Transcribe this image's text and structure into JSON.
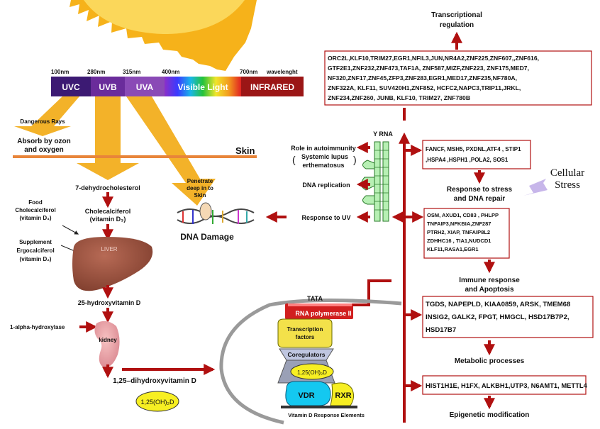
{
  "spectrum": {
    "wavelengths": [
      "100nm",
      "280nm",
      "315nm",
      "400nm",
      "700nm",
      "wavelenght"
    ],
    "bands": [
      "UVC",
      "UVB",
      "UVA",
      "Visible Light",
      "INFRARED"
    ],
    "band_colors": [
      "#3c1a73",
      "#6a2c9b",
      "#8a4ab6",
      "rainbow",
      "#9b1616"
    ]
  },
  "skin": {
    "label": "Skin",
    "dangerous_rays": "Dangerous Rays",
    "absorb_line1": "Absorb by ozon",
    "absorb_line2": "and oxygen",
    "penetrate_line1": "Penetrate",
    "penetrate_line2": "deep in to",
    "penetrate_line3": "Skin"
  },
  "pathway": {
    "dehydro": "7-dehydrocholesterol",
    "food_line1": "Food",
    "food_line2": "Cholecalciferol",
    "food_line3": "(vitamin D₃)",
    "chole_line1": "Cholecalciferol",
    "chole_line2": "(vitamin D₃)",
    "supp_line1": "Supplement",
    "supp_line2": "Ergocalciferol",
    "supp_line3": "(vitamin D₂)",
    "liver": "LIVER",
    "hydroxy25": "25-hydroxyvitamin D",
    "alpha": "1-alpha-hydroxylase",
    "kidney": "kidney",
    "dihydroxy": "1,25–dihydroxyvitamin D",
    "ellipse": "1,25(OH)₂D"
  },
  "dna_damage": "DNA Damage",
  "y_rna": {
    "label": "Y RNA",
    "autoimmunity_line1": "Role in autoimmunity",
    "autoimmunity_line2": "Systemic lupus",
    "autoimmunity_line3": "erthematosus",
    "dna_replication": "DNA replication",
    "response_uv": "Response to UV"
  },
  "transcription": {
    "title_line1": "Transcriptional",
    "title_line2": "regulation",
    "genes": [
      "ORC2L,KLF10,TRIM27,EGR1,NFIL3,JUN,NR4A2,ZNF225,ZNF607,,ZNF616,",
      "GTF2E1,ZNF232,ZNF473,TAF1A, ZNF587,MIZF,ZNF223, ZNF175,MED7,",
      "NF320,ZNF17,ZNF45,ZFP3,ZNF283,EGR1,MED17,ZNF235,NF780A,",
      "ZNF322A, KLF11, SUV420H1,ZNF852, HCFC2,NAPC3,TRIP11,JRKL,",
      "ZNF234,ZNF260, JUNB, KLF10, TRIM27, ZNF780B"
    ]
  },
  "stress": {
    "genes": [
      "FANCF, MSH5, PXDNL,ATF4 , STIP1",
      ",HSPA4 ,HSPH1 ,POLA2,  SOS1"
    ],
    "label_line1": "Response to stress",
    "label_line2": "and DNA repair",
    "cellular_line1": "Cellular",
    "cellular_line2": "Stress"
  },
  "immune": {
    "genes": [
      "OSM, AXUD1, CD83 , PHLPP",
      "TNFAIP3,NFKBIA,ZNF287",
      "PTRH2, XIAP, TNFAIP8L2",
      "ZDHHC16 , TIA1,NUDCD1",
      "KLF11,RASA1,EGR1"
    ],
    "label_line1": "Immune response",
    "label_line2": "and Apoptosis"
  },
  "metabolic": {
    "genes": [
      "TGDS, NAPEPLD, KIAA0859, ARSK, TMEM68",
      "INSIG2, GALK2, FPGT, HMGCL, HSD17B7P2,",
      "HSD17B7"
    ],
    "label": "Metabolic processes"
  },
  "epigenetic": {
    "genes": "HIST1H1E, H1FX, ALKBH1,UTP3, N6AMT1, METTL4",
    "label": "Epigenetic modification"
  },
  "nucleus": {
    "tata": "TATA",
    "rna_pol": "RNA polymerase II",
    "tf_line1": "Transcription",
    "tf_line2": "factors",
    "coregulators": "Coregulators",
    "ligand": "1,25(OH)₂D",
    "vdr": "VDR",
    "rxr": "RXR",
    "vdre": "Vitamin D Response Elements"
  },
  "colors": {
    "arrow_red": "#b01010",
    "sun": "#f6b21a",
    "skin_line": "#e8853a",
    "gold": "#f3b229"
  }
}
